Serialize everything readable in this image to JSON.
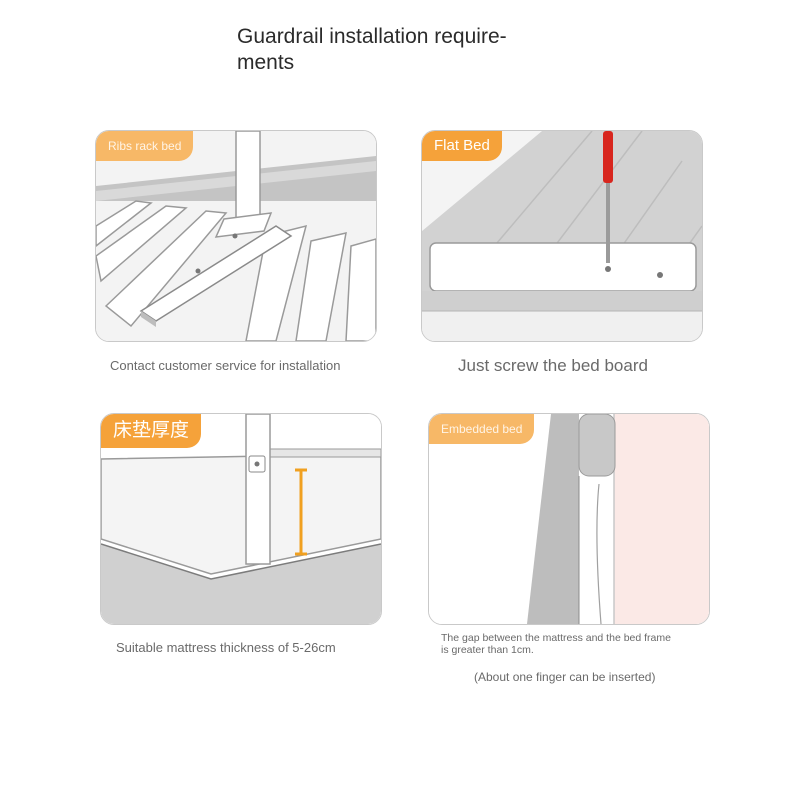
{
  "title": "Guardrail installation require-ments",
  "title_line1": "Guardrail installation require-",
  "title_line2": "ments",
  "panels": {
    "ribs": {
      "badge": "Ribs rack bed",
      "caption": "Contact customer service for installation"
    },
    "flat": {
      "badge": "Flat Bed",
      "caption": "Just screw the bed board"
    },
    "mattress": {
      "badge": "床垫厚度",
      "caption": "Suitable mattress thickness of 5-26cm"
    },
    "embedded": {
      "badge": "Embedded bed",
      "caption_line1": "The gap between the mattress and the bed frame",
      "caption_line2": "is greater than 1cm.",
      "note": "(About one finger can be inserted)"
    }
  },
  "colors": {
    "accent": "#f5a23a",
    "screwdriver": "#d8261e",
    "bar": "#f0a020"
  }
}
